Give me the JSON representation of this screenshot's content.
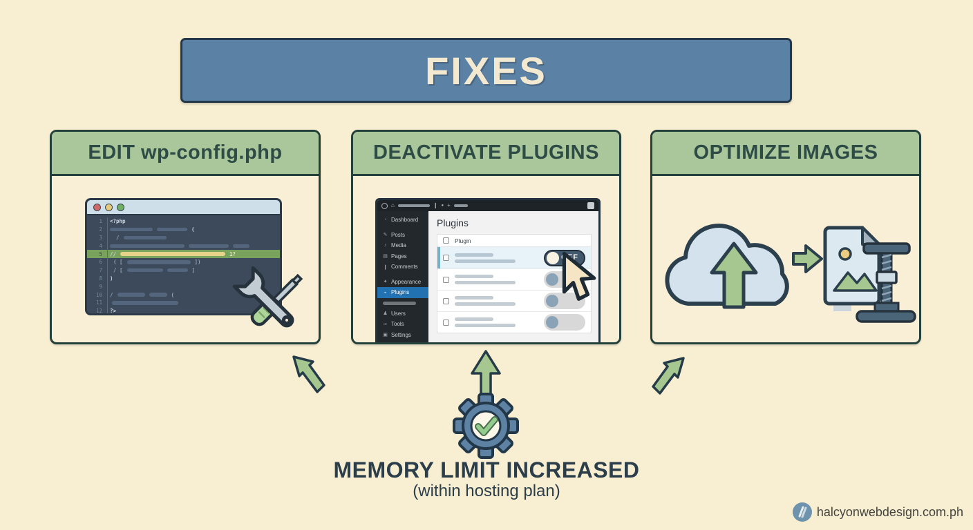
{
  "banner": {
    "title": "FIXES",
    "bg_color": "#5b81a5",
    "text_color": "#f2e9d0"
  },
  "cards": [
    {
      "title": "EDIT wp-config.php"
    },
    {
      "title": "DEACTIVATE PLUGINS"
    },
    {
      "title": "OPTIMIZE IMAGES"
    }
  ],
  "colors": {
    "background": "#f8eed2",
    "card_header": "#a9c79b",
    "card_border": "#23403b",
    "accent_green_arrow": "#a6c790",
    "gear_blue": "#5d82a3",
    "wp_active_blue": "#2271b1",
    "editor_highlight": "#79a35c",
    "editor_yellow_bar": "#e5d389"
  },
  "code_editor": {
    "line_numbers": [
      "1",
      "2",
      "3",
      "4",
      "5",
      "6",
      "7",
      "8",
      "9",
      "10",
      "11",
      "12"
    ],
    "tokens": {
      "php_open": "<?php",
      "l2_close": "(",
      "slash": "/",
      "comment": "//",
      "l5_marks": "1?",
      "l6_open": "( [",
      "l6_close": "])",
      "l7_open": "/ [",
      "l7_close": "]",
      "l8_close": ")",
      "l10_open": "/",
      "l10_close": "(",
      "php_close": "?>"
    }
  },
  "wp_admin": {
    "sidebar_items": [
      {
        "label": "Dashboard"
      },
      {
        "label": "Posts"
      },
      {
        "label": "Media"
      },
      {
        "label": "Pages"
      },
      {
        "label": "Comments"
      },
      {
        "label": "Appearance"
      },
      {
        "label": "Plugins"
      },
      {
        "label": "Users"
      },
      {
        "label": "Tools"
      },
      {
        "label": "Settings"
      }
    ],
    "page_title": "Plugins",
    "table_header": "Plugin",
    "toggle_off_label": "OFF"
  },
  "footer": {
    "headline": "MEMORY LIMIT INCREASED",
    "subline": "(within hosting plan)"
  },
  "brand": {
    "site": "halcyonwebdesign.com.ph"
  }
}
